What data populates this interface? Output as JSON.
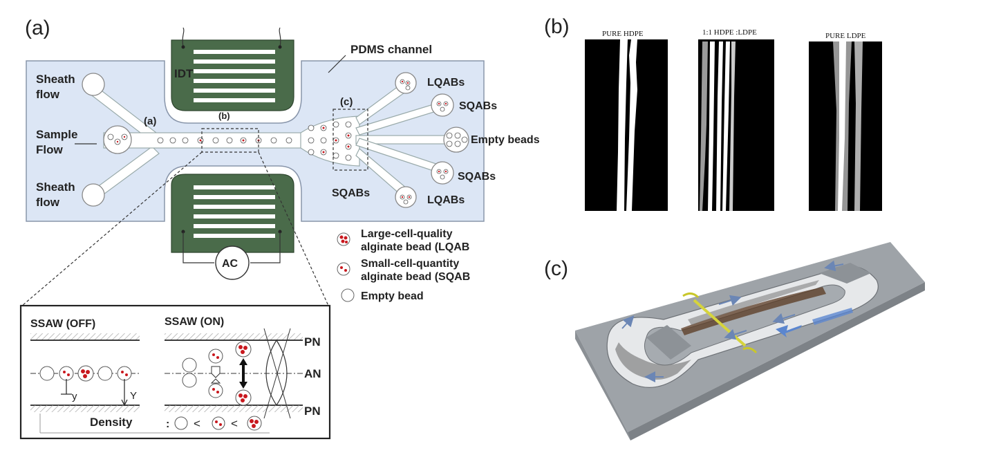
{
  "panels": {
    "a": "(a)",
    "b": "(b)",
    "c": "(c)"
  },
  "chip": {
    "pdms": "PDMS channel",
    "idt": "IDT",
    "sheath_top_1": "Sheath",
    "sheath_top_2": "flow",
    "sample_1": "Sample",
    "sample_2": "Flow",
    "sheath_bot_1": "Sheath",
    "sheath_bot_2": "flow",
    "region_a": "(a)",
    "region_b": "(b)",
    "region_c": "(c)",
    "out_lqab_top": "LQABs",
    "out_sqab_top": "SQABs",
    "out_empty": "Empty beads",
    "out_sqab_bot": "SQABs",
    "out_lqab_bot": "LQABs",
    "sqabs_center": "SQABs",
    "ac": "AC"
  },
  "legend": {
    "lqab_1": "Large-cell-quality",
    "lqab_2": "alginate bead (LQAB",
    "sqab_1": "Small-cell-quantity",
    "sqab_2": "alginate bead (SQAB",
    "empty": "Empty bead"
  },
  "inset": {
    "off": "SSAW (OFF)",
    "on": "SSAW (ON)",
    "pn_top": "PN",
    "an": "AN",
    "pn_bot": "PN",
    "y_small": "y",
    "y_big": "Y",
    "density": "Density",
    "colon": ":"
  },
  "micrographs": {
    "t1": "PURE HDPE",
    "t2": "1:1  HDPE :LDPE",
    "t3": "PURE LDPE"
  },
  "colors": {
    "pdms": "#dce6f5",
    "idt": "#4a6b4a",
    "cell": "#c8181e",
    "surface": "#9ea3a8"
  }
}
